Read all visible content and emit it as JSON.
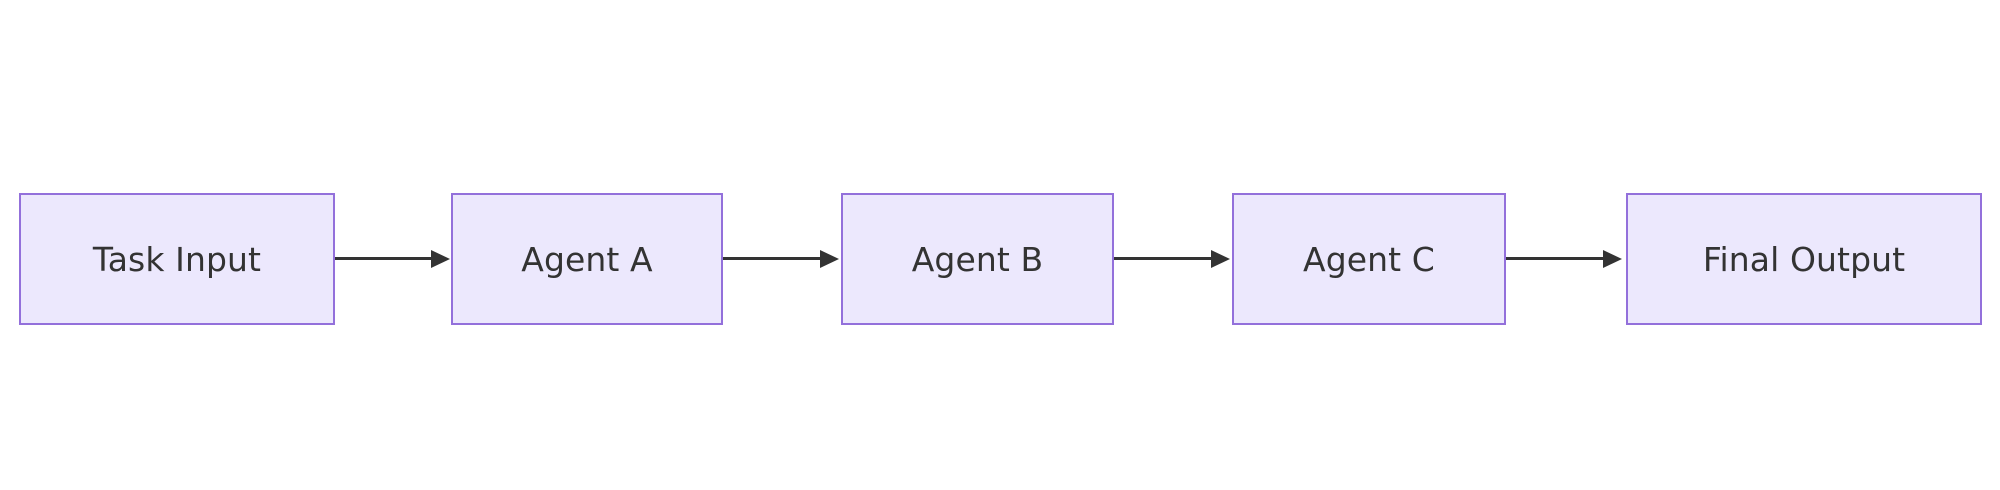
{
  "diagram": {
    "type": "flowchart",
    "direction": "left-to-right",
    "background_color": "#FFFFFF",
    "node_fill_color": "#ECE8FD",
    "node_border_color": "#9370DB",
    "node_text_color": "#333333",
    "edge_color": "#333333",
    "nodes": [
      {
        "id": "task-input",
        "label": "Task Input"
      },
      {
        "id": "agent-a",
        "label": "Agent A"
      },
      {
        "id": "agent-b",
        "label": "Agent B"
      },
      {
        "id": "agent-c",
        "label": "Agent C"
      },
      {
        "id": "final-output",
        "label": "Final Output"
      }
    ],
    "edges": [
      {
        "id": "edge-task-input-agent-a",
        "from": "task-input",
        "to": "agent-a",
        "label": ""
      },
      {
        "id": "edge-agent-a-agent-b",
        "from": "agent-a",
        "to": "agent-b",
        "label": ""
      },
      {
        "id": "edge-agent-b-agent-c",
        "from": "agent-b",
        "to": "agent-c",
        "label": ""
      },
      {
        "id": "edge-agent-c-final-output",
        "from": "agent-c",
        "to": "final-output",
        "label": ""
      }
    ]
  }
}
